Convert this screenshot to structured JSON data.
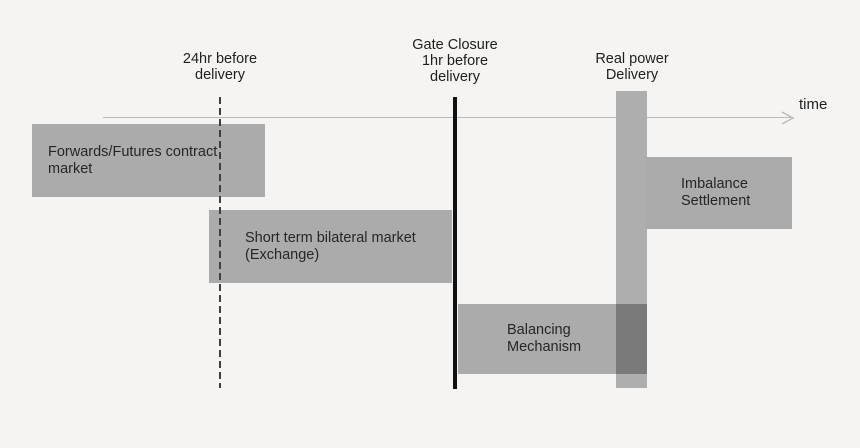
{
  "diagram": {
    "type": "electricity-market-timeline",
    "axis": {
      "label": "time",
      "direction": "left-to-right"
    },
    "markers": {
      "day_ahead": {
        "line1": "24hr before",
        "line2": "delivery",
        "style": "dashed-vertical-line"
      },
      "gate_closure": {
        "line1": "Gate Closure",
        "line2": "1hr before",
        "line3": "delivery",
        "style": "thick-black-vertical-line"
      },
      "real_power_delivery": {
        "line1": "Real power",
        "line2": "Delivery",
        "style": "gray-vertical-bar"
      }
    },
    "boxes": {
      "forwards": {
        "line1": "Forwards/Futures contract",
        "line2": "market",
        "period": "before 24hr-before-delivery, slightly past it"
      },
      "short_term": {
        "line1": "Short term bilateral market",
        "line2": "(Exchange)",
        "period": "from before 24hr-marker until gate closure"
      },
      "balancing": {
        "line1": "Balancing",
        "line2": "Mechanism",
        "period": "from gate closure through real power delivery"
      },
      "imbalance": {
        "line1": "Imbalance",
        "line2": "Settlement",
        "period": "after real power delivery"
      }
    },
    "colors": {
      "background": "#f5f4f2",
      "box_gray": "#ababab",
      "delivery_bar_gray": "#aeaeae",
      "overlap_dark_gray": "#7a7a7a",
      "axis_gray": "#b9b9b9",
      "gate_line_black": "#111111",
      "dashed_line": "#3f3f3f",
      "text": "#262626"
    }
  }
}
